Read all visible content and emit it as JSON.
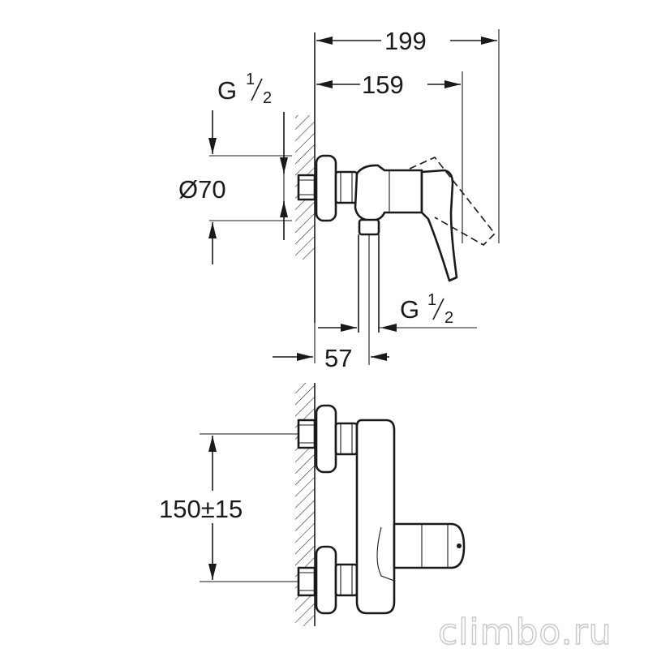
{
  "dimensions": {
    "overall_depth": "199",
    "handle_depth": "159",
    "wall_to_outlet": "57",
    "diameter_symbol": "Ø",
    "flange_diameter": "70",
    "inlet_thread_main": "G",
    "inlet_thread_num": "1",
    "inlet_thread_den": "2",
    "outlet_thread_main": "G",
    "outlet_thread_num": "1",
    "outlet_thread_den": "2",
    "inlet_spacing": "150±15"
  },
  "watermark": "climbo.ru"
}
